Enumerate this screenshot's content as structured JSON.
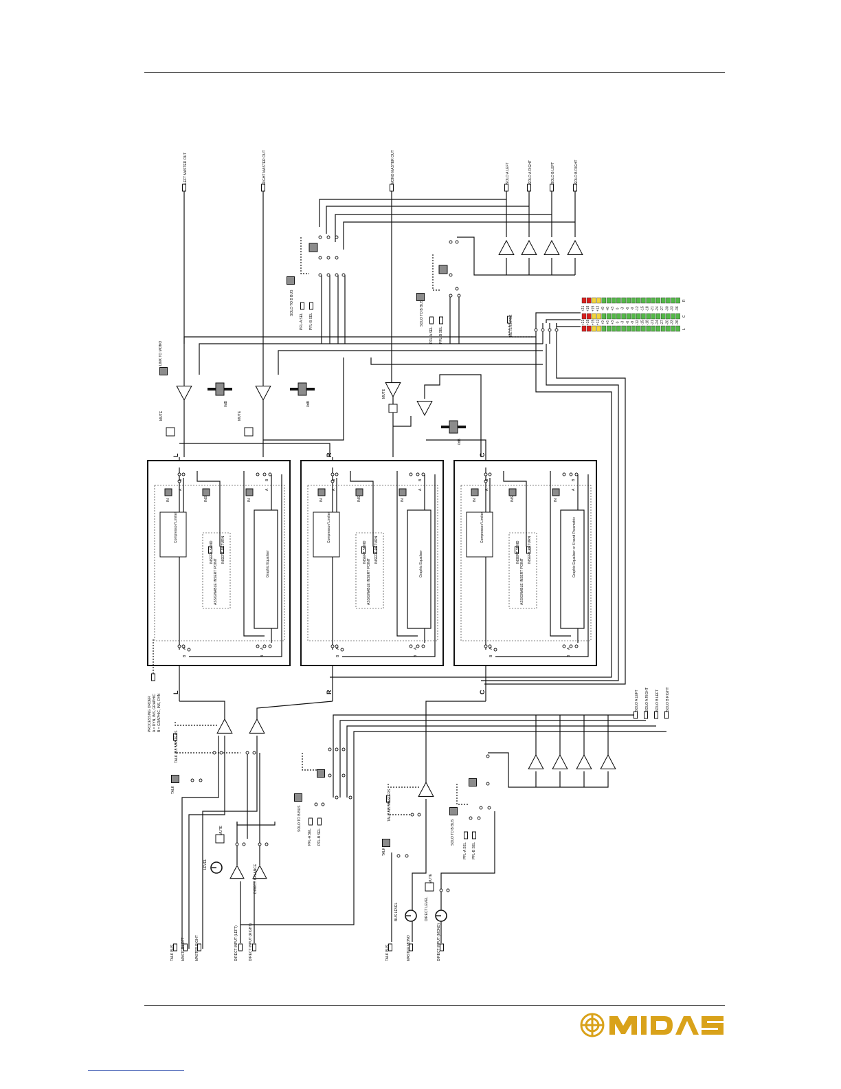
{
  "brand": {
    "name": "MIDAS",
    "color": "#d9a21a"
  },
  "labels": {
    "left_master_out": "LEFT MASTER OUT",
    "right_master_out": "RIGHT MASTER OUT",
    "mono_master_out": "MONO MASTER OUT",
    "solo_a_left": "SOLO A LEFT",
    "solo_a_right": "SOLO A RIGHT",
    "solo_b_left": "SOLO B LEFT",
    "solo_b_right": "SOLO B RIGHT",
    "solo_to_b_bus": "SOLO TO B BUS",
    "pfl_a_sel": "PFL-A SEL",
    "pfl_b_sel": "PFL-B SEL",
    "link_to_mono": "LINK TO MONO",
    "mute": "MUTE",
    "meters_pre": "METERS PRE",
    "talk": "TALK",
    "talk_all_masters": "TALK ALL MASTERS",
    "talk_bus": "TALK BUS",
    "master_left": "MASTER LEFT",
    "master_right": "MASTER RIGHT",
    "master_mono": "MASTER MONO",
    "direct_input_left": "DIRECT INPUT (LEFT)",
    "direct_input_right": "DIRECT INPUT (RIGHT)",
    "direct_input_mono": "DIRECT INPUT (MONO)",
    "direct_balance": "DIRECT BALANCE",
    "direct_level": "DIRECT LEVEL",
    "bus_level": "BUS LEVEL",
    "level": "LEVEL",
    "compressor_limiter": "Compressor/ Limiter",
    "graphic_equaliser": "Graphic Equaliser",
    "graphic_equaliser_or_param": "Graphic Equaliser or 6 band Parametric",
    "assignable_insert_point": "ASSIGNABLE INSERT POINT",
    "insert_send": "INSERT SEND",
    "insert_return": "INSERT RETURN",
    "processing_order_title": "PROCESSING ORDER",
    "processing_order_a": "A = DYN, INS, GRAPHIC",
    "processing_order_b": "B = GRAPHIC, INS, DYN",
    "in": "IN",
    "ins": "INS",
    "zero_db": "0dB",
    "solo": "SOLO",
    "ch_l": "L",
    "ch_r": "R",
    "ch_c": "C",
    "sw_a": "A",
    "sw_b": "B"
  },
  "meter_scale": [
    "+21",
    "+18",
    "+15",
    "+12",
    "+9",
    "+6",
    "+3",
    "0",
    "-3",
    "-6",
    "-9",
    "-12",
    "-15",
    "-18",
    "-21",
    "-24",
    "-27",
    "-30",
    "-33",
    "-36"
  ],
  "meter_channels": [
    "R",
    "C",
    "L"
  ],
  "colors": {
    "line": "#111111",
    "box_fill": "#9a9a9a",
    "meter_red": "#d8201e",
    "meter_yellow": "#f1d43a",
    "meter_green": "#54b848"
  }
}
